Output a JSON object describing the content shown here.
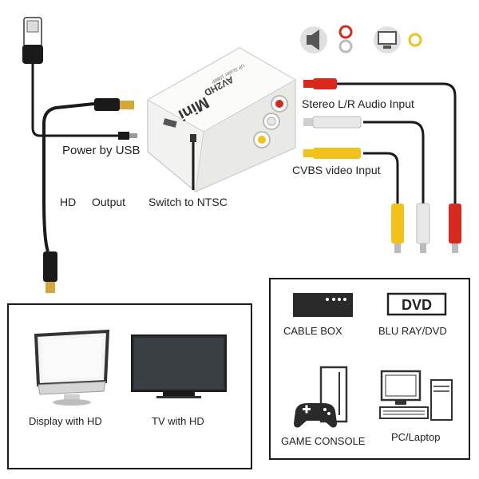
{
  "device": {
    "brand": "Mini",
    "model": "AV2HD",
    "subtitle": "UP Scaler 1080P"
  },
  "labels": {
    "power": "Power by USB",
    "hd": "HD",
    "output": "Output",
    "switch": "Switch to NTSC",
    "audio_input": "Stereo L/R Audio Input",
    "video_input": "CVBS video Input"
  },
  "outputs": [
    {
      "label": "Display with HD"
    },
    {
      "label": "TV with HD"
    }
  ],
  "sources": [
    {
      "label": "CABLE BOX"
    },
    {
      "label": "BLU RAY/DVD",
      "logo": "DVD"
    },
    {
      "label": "GAME CONSOLE"
    },
    {
      "label": "PC/Laptop"
    }
  ],
  "icons": [
    "speaker-icon",
    "rca-jacks-icon",
    "monitor-icon",
    "yellow-jack-icon"
  ],
  "colors": {
    "cable": "#1a1a1a",
    "rca_red": "#d9291c",
    "rca_white": "#e8e8e8",
    "rca_yellow": "#f2c11a",
    "device": "#f2f2f0",
    "gold": "#d4a73a"
  }
}
